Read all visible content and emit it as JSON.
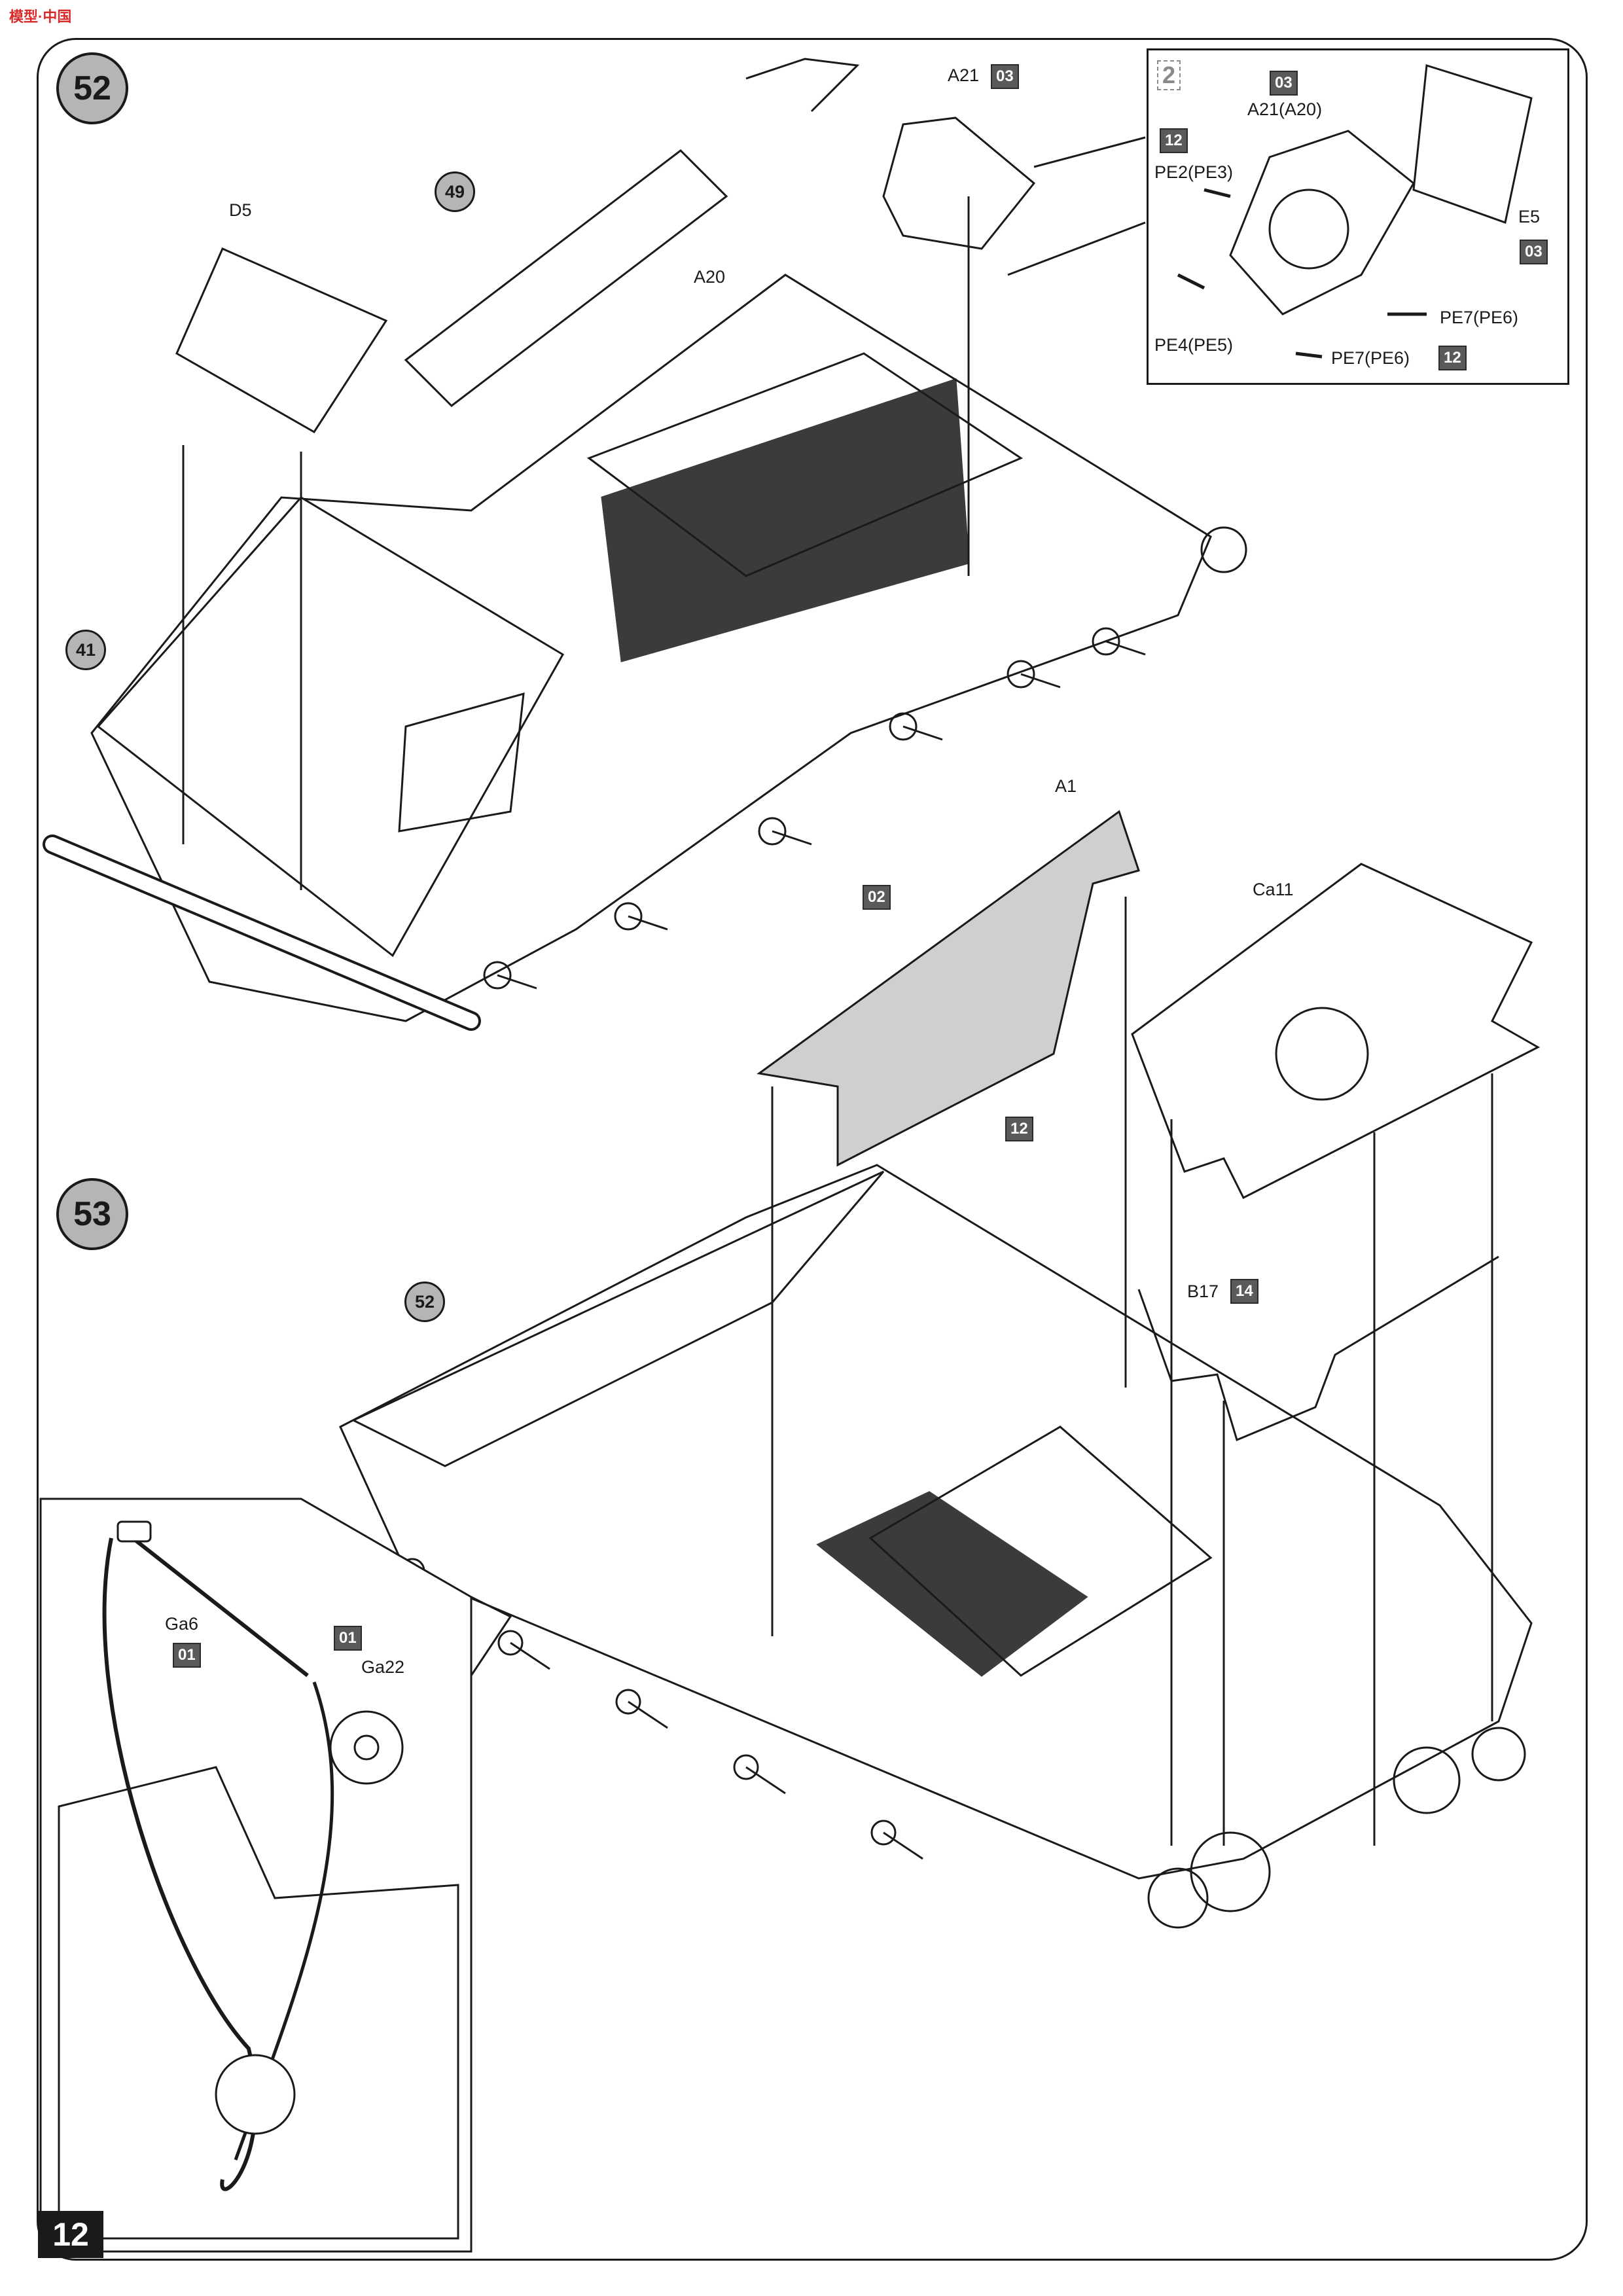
{
  "brand": "模型·中国",
  "page_number": "12",
  "steps": {
    "s52": "52",
    "s53": "53"
  },
  "sub_steps": {
    "s49": "49",
    "s41": "41",
    "s52ref": "52"
  },
  "labels": {
    "d5": "D5",
    "a21": "A21",
    "a20": "A20",
    "a21_inset": "A21(A20)",
    "pe2": "PE2(PE3)",
    "e5": "E5",
    "pe7a": "PE7(PE6)",
    "pe4": "PE4(PE5)",
    "pe7b": "PE7(PE6)",
    "a1": "A1",
    "ca11": "Ca11",
    "b17": "B17",
    "ga6": "Ga6",
    "ga22": "Ga22"
  },
  "codes": {
    "a21_code": "03",
    "inset_a21": "03",
    "inset_pe2": "12",
    "inset_e5": "03",
    "inset_pe7": "12",
    "a1_code_top": "02",
    "a1_code_bot": "12",
    "b17_code": "14",
    "ga6_code": "01",
    "ga22_code": "01"
  },
  "inset_tag": "2"
}
